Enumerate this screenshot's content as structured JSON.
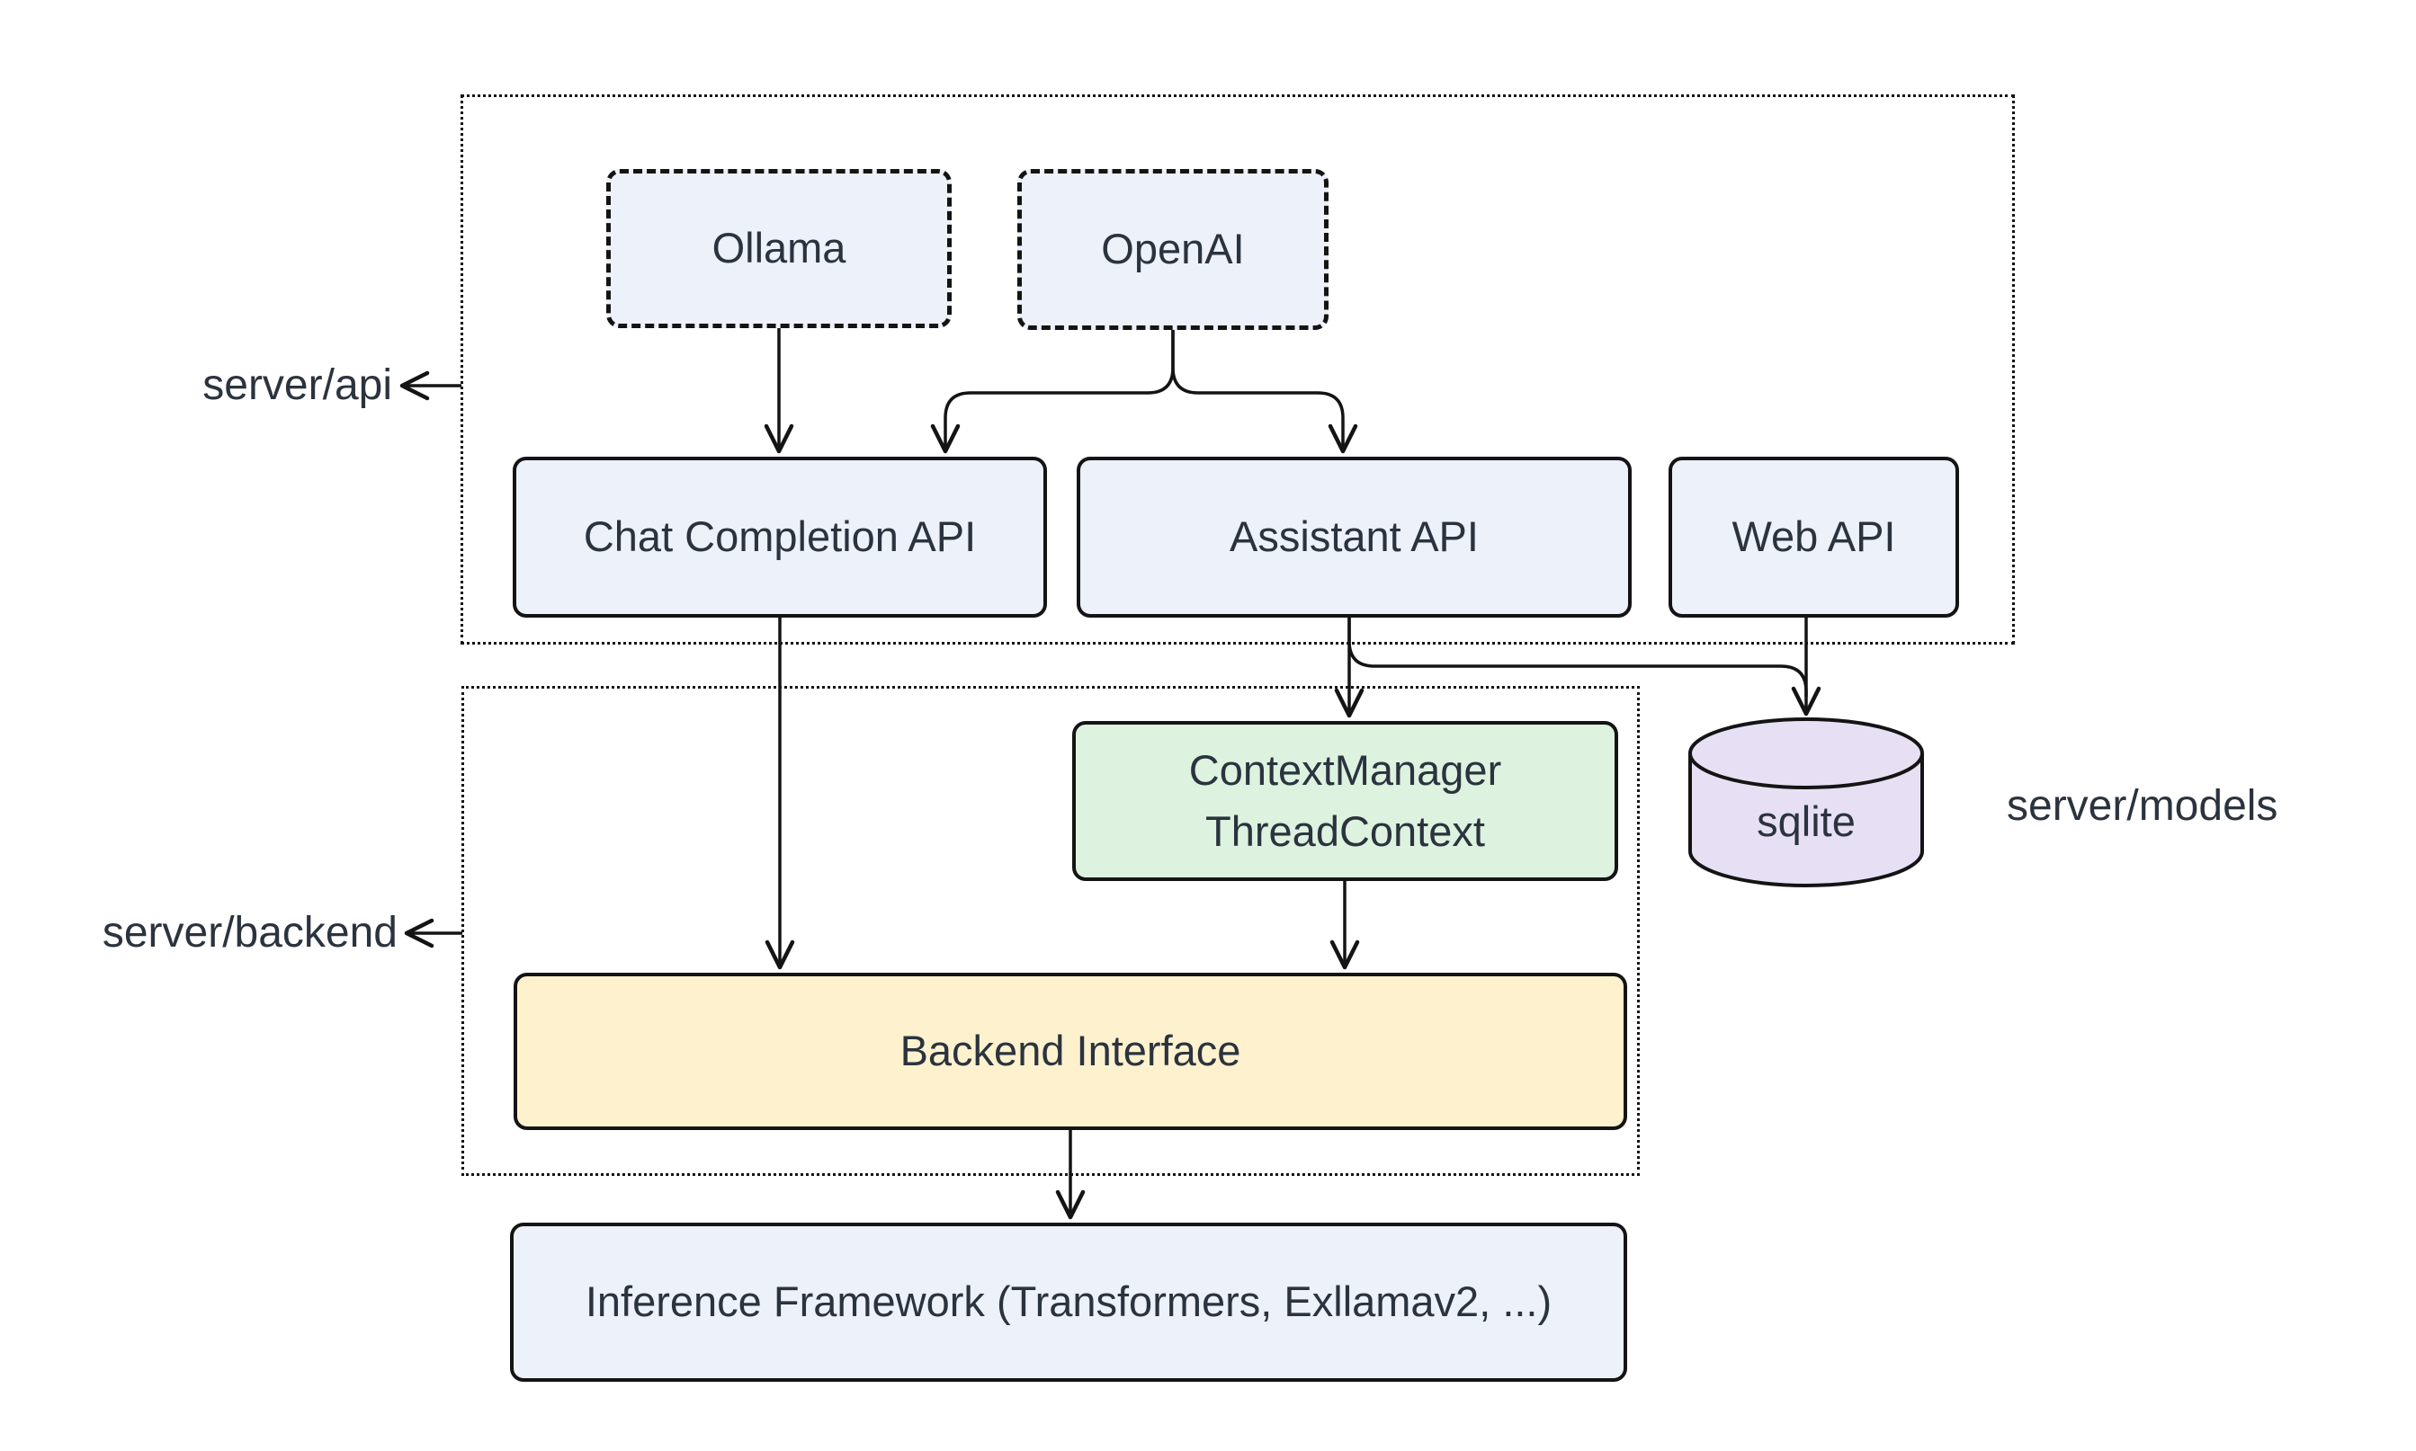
{
  "containers": {
    "api": {
      "label": "server/api"
    },
    "backend": {
      "label": "server/backend"
    },
    "models": {
      "label": "server/models"
    }
  },
  "nodes": {
    "ollama": {
      "label": "Ollama"
    },
    "openai": {
      "label": "OpenAI"
    },
    "chat_api": {
      "label": "Chat Completion API"
    },
    "assistant_api": {
      "label": "Assistant API"
    },
    "web_api": {
      "label": "Web API"
    },
    "context_manager": {
      "line1": "ContextManager",
      "line2": "ThreadContext"
    },
    "sqlite": {
      "label": "sqlite"
    },
    "backend_interface": {
      "label": "Backend Interface"
    },
    "inference": {
      "label": "Inference Framework (Transformers, Exllamav2, ...)"
    }
  },
  "edges": [
    {
      "from": "Ollama",
      "to": "Chat Completion API"
    },
    {
      "from": "OpenAI",
      "to": "Chat Completion API"
    },
    {
      "from": "OpenAI",
      "to": "Assistant API"
    },
    {
      "from": "Chat Completion API",
      "to": "Backend Interface"
    },
    {
      "from": "Assistant API",
      "to": "ContextManager ThreadContext"
    },
    {
      "from": "Assistant API",
      "to": "sqlite"
    },
    {
      "from": "Web API",
      "to": "sqlite"
    },
    {
      "from": "ContextManager ThreadContext",
      "to": "Backend Interface"
    },
    {
      "from": "Backend Interface",
      "to": "Inference Framework (Transformers, Exllamav2, ...)"
    }
  ],
  "colors": {
    "node_blue": "#ECF1FA",
    "node_green": "#DDF2DF",
    "node_yellow": "#FDF1CE",
    "node_purple": "#E7E0F5",
    "border": "#141414",
    "text": "#2B333E",
    "background": "#FFFFFF"
  }
}
